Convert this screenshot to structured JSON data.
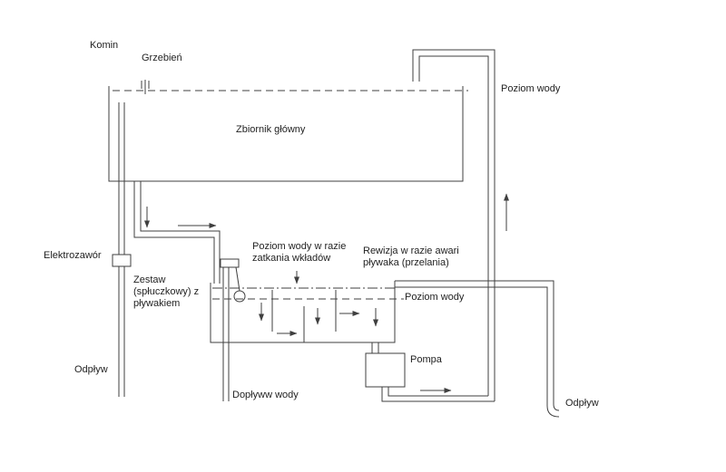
{
  "diagram": {
    "background": "#ffffff",
    "line_color": "#3f3f3f",
    "text_color": "#1f1f1f",
    "labels": {
      "komin": "Komin",
      "grzebien": "Grzebień",
      "poziom_wody_glowny": "Poziom wody",
      "zbiornik_glowny": "Zbiornik główny",
      "elektrozawor": "Elektrozawór",
      "poziom_wody_zatkanie": "Poziom wody w razie\nzatkania wkładów",
      "rewizja": "Rewizja w razie awari\npływaka (przelania)",
      "zestaw_splukowy": "Zestaw\n(spłuczkowy) z\npływakiem",
      "poziom_wody_filtr": "Poziom wody",
      "odplyw_lewy": "Odpływ",
      "doplyw_wody": "Dopływw wody",
      "pompa": "Pompa",
      "odplyw_prawy": "Odpływ"
    }
  }
}
